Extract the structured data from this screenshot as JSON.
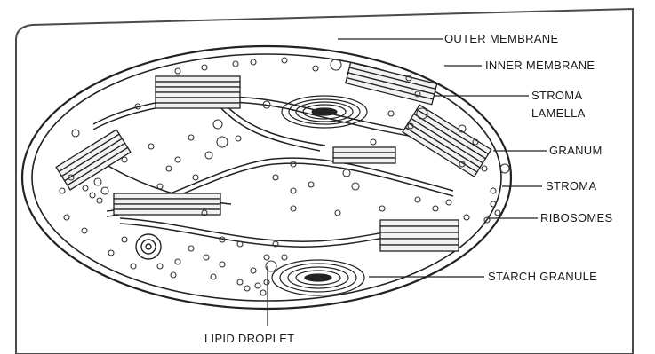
{
  "diagram": {
    "labels": {
      "outer_membrane": "OUTER MEMBRANE",
      "inner_membrane": "INNER MEMBRANE",
      "stroma_lamella_1": "STROMA",
      "stroma_lamella_2": "LAMELLA",
      "granum": "GRANUM",
      "stroma": "STROMA",
      "ribosomes": "RIBOSOMES",
      "starch_granule": "STARCH GRANULE",
      "lipid_droplet": "LIPID DROPLET"
    },
    "colors": {
      "ink": "#222222",
      "frame": "#4a4a4a",
      "paper": "#ffffff",
      "stack_fill": "#f2f2f2"
    }
  }
}
